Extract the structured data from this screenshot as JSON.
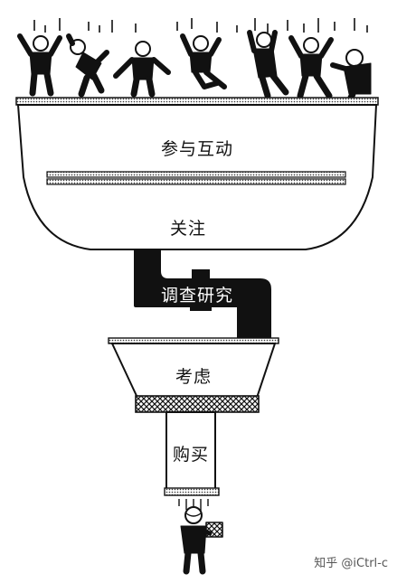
{
  "stages": {
    "interaction": "参与互动",
    "attention": "关注",
    "research": "调查研究",
    "consideration": "考虑",
    "purchase": "购买"
  },
  "watermark": "知乎 @iCtrl-c",
  "colors": {
    "ink": "#111111",
    "paper": "#ffffff"
  }
}
